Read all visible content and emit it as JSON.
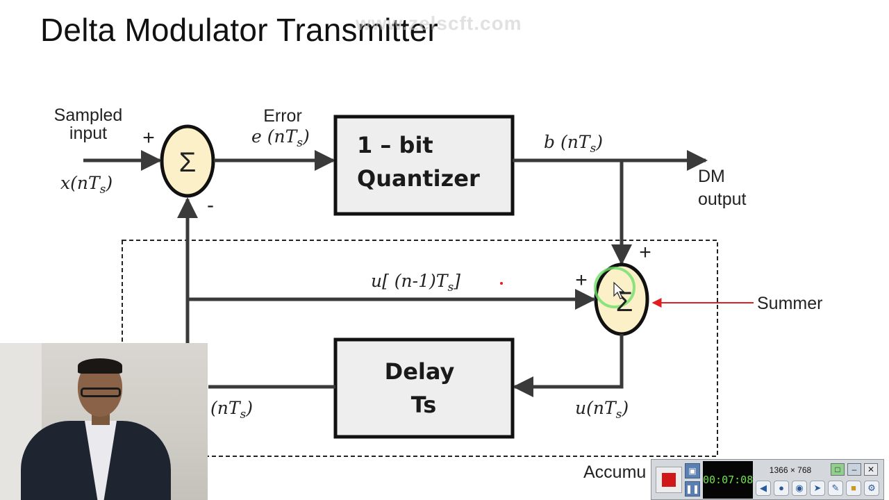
{
  "slide": {
    "title": "Delta Modulator Transmitter",
    "watermark": "www.zelscft.com"
  },
  "diagram": {
    "input_label_line1": "Sampled",
    "input_label_line2": "input",
    "input_signal": "x(nT",
    "input_signal_sub": "s",
    "input_signal_close": ")",
    "sum1_symbol": "Σ",
    "sum1_plus": "+",
    "sum1_minus": "-",
    "error_label": "Error",
    "error_signal": "e  (nT",
    "error_signal_sub": "s",
    "error_signal_close": ")",
    "quantizer_line1": "1 – bit",
    "quantizer_line2": "Quantizer",
    "output_signal": "b (nT",
    "output_signal_sub": "s",
    "output_signal_close": ")",
    "output_label_line1": "DM",
    "output_label_line2": "output",
    "sum2_symbol": "Σ",
    "sum2_plus_top": "+",
    "sum2_plus_left": "+",
    "feedback_signal": "u[ (n-1)T",
    "feedback_signal_sub": "s",
    "feedback_signal_close": "]",
    "summer_label": "Summer",
    "delay_line1": "Delay",
    "delay_line2": "Ts",
    "u_signal": "u(nT",
    "u_signal_sub": "s",
    "u_signal_close": ")",
    "delay_out_signal": "(nT",
    "delay_out_signal_sub": "s",
    "delay_out_signal_close": ")",
    "accumulator_label": "Accumu"
  },
  "recorder": {
    "timer": "00:07:08",
    "resolution": "1366 × 768",
    "camera_icon": "camera-icon",
    "pause_icon": "pause-icon",
    "colors": {
      "record": "#d01818",
      "timer_text": "#6fe34a",
      "arrow_red": "#e02020"
    }
  }
}
